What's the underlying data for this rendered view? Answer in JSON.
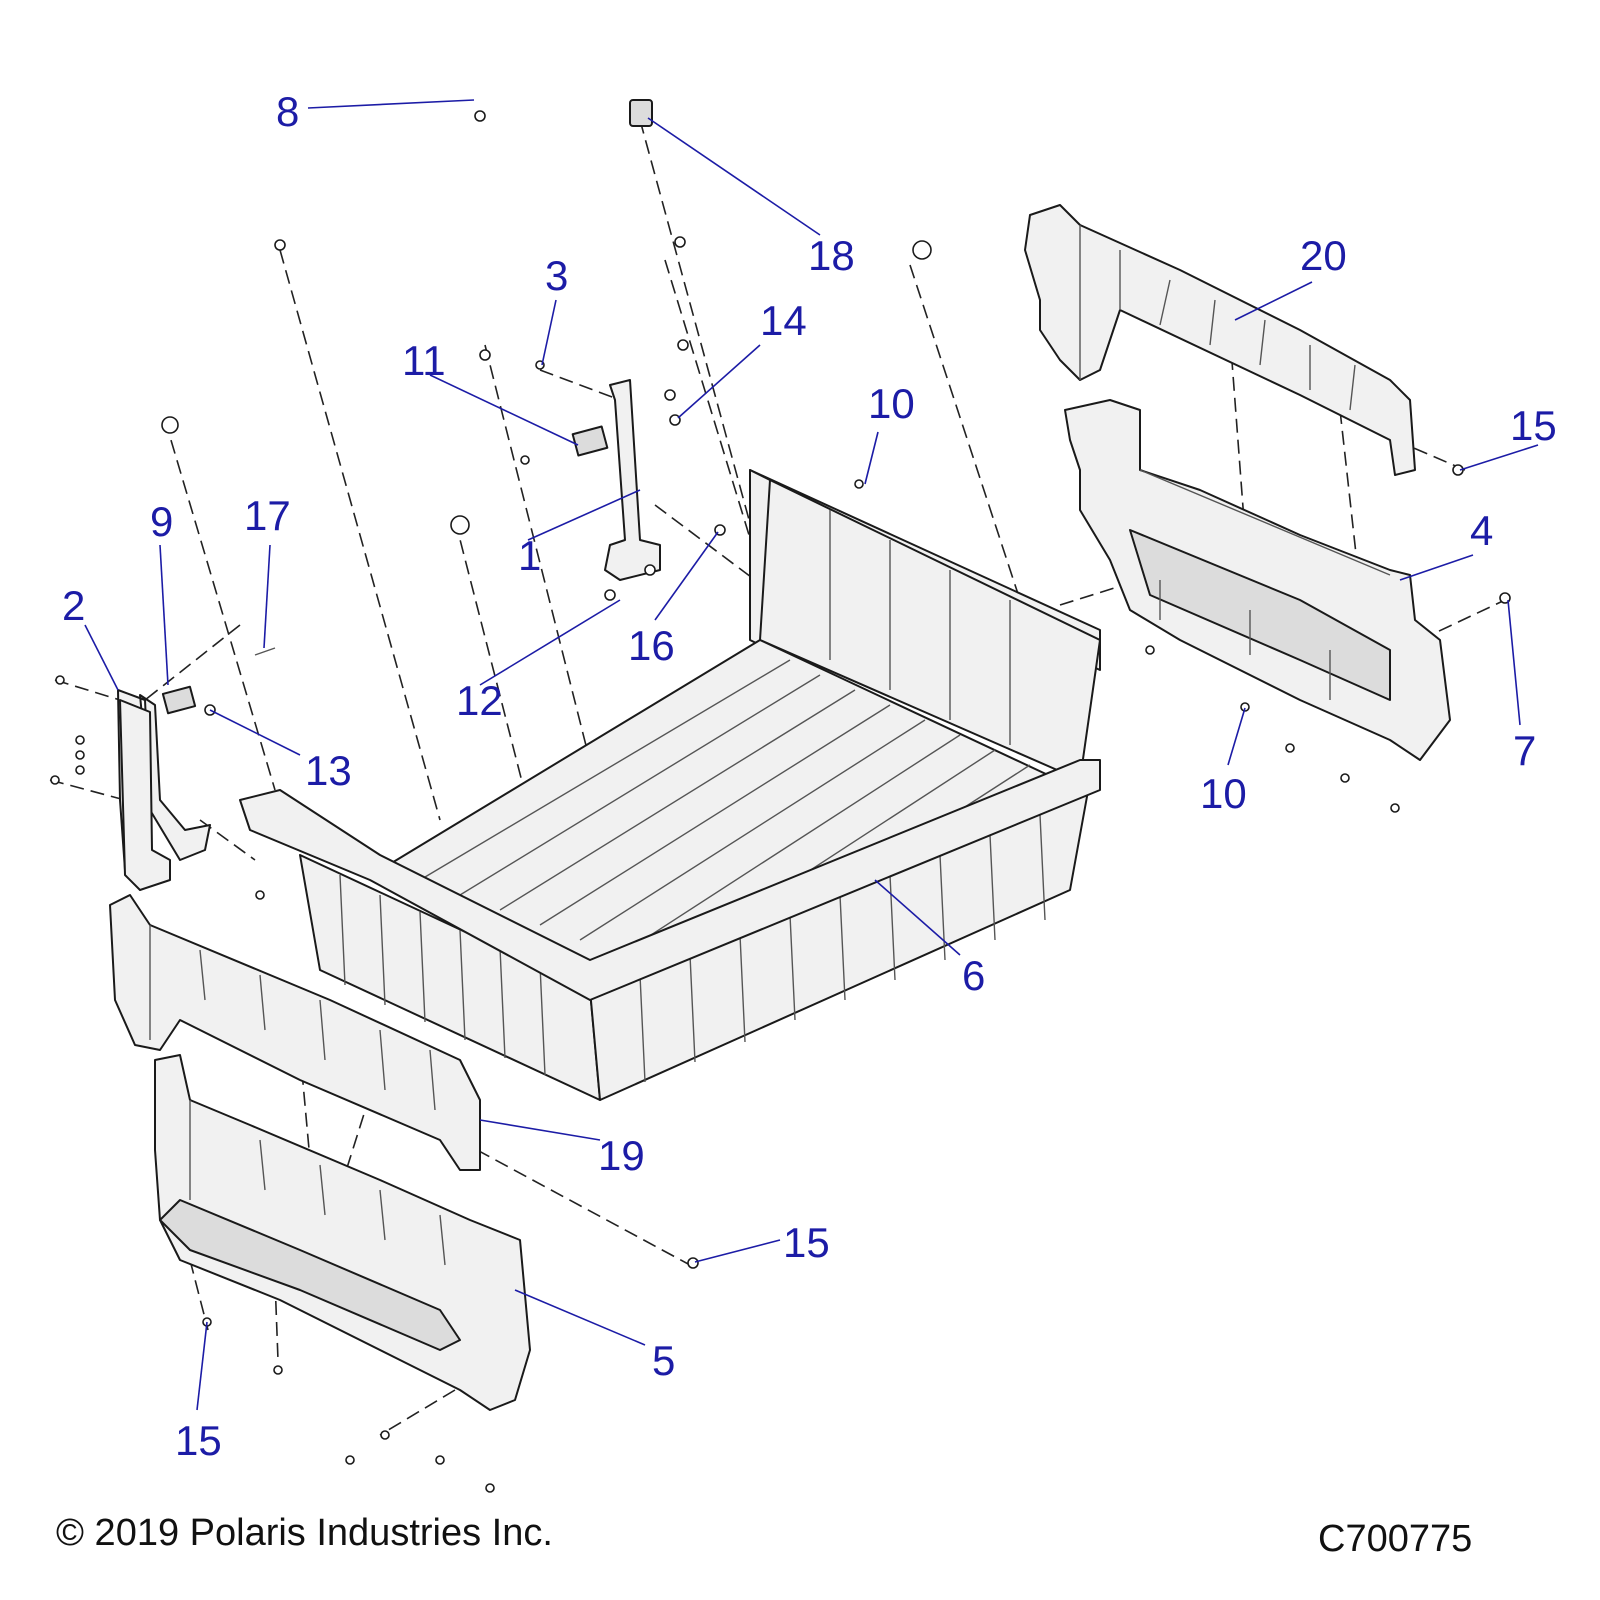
{
  "callouts": [
    {
      "id": "c8",
      "text": "8"
    },
    {
      "id": "c18",
      "text": "18"
    },
    {
      "id": "c20",
      "text": "20"
    },
    {
      "id": "c3",
      "text": "3"
    },
    {
      "id": "c14",
      "text": "14"
    },
    {
      "id": "c11",
      "text": "11"
    },
    {
      "id": "c10a",
      "text": "10"
    },
    {
      "id": "c15a",
      "text": "15"
    },
    {
      "id": "c9",
      "text": "9"
    },
    {
      "id": "c17",
      "text": "17"
    },
    {
      "id": "c2",
      "text": "2"
    },
    {
      "id": "c1",
      "text": "1"
    },
    {
      "id": "c4",
      "text": "4"
    },
    {
      "id": "c16",
      "text": "16"
    },
    {
      "id": "c12",
      "text": "12"
    },
    {
      "id": "c7",
      "text": "7"
    },
    {
      "id": "c13",
      "text": "13"
    },
    {
      "id": "c10b",
      "text": "10"
    },
    {
      "id": "c6",
      "text": "6"
    },
    {
      "id": "c19",
      "text": "19"
    },
    {
      "id": "c15b",
      "text": "15"
    },
    {
      "id": "c5",
      "text": "5"
    },
    {
      "id": "c15c",
      "text": "15"
    }
  ],
  "footer": {
    "copyright": "© 2019 Polaris Industries Inc.",
    "drawing_id": "C700775"
  },
  "colors": {
    "callout": "#1c1ca6",
    "line_art": "#1a1a1a",
    "part_fill": "#f1f1f1"
  }
}
